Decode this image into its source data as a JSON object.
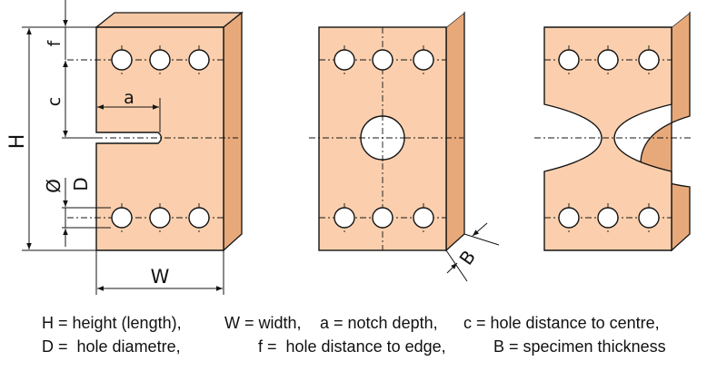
{
  "figure": {
    "colors": {
      "face": "#fbcfad",
      "side": "#e8a97a",
      "top": "#f6c7a3",
      "outline": "#141414"
    },
    "labels": {
      "f": "f",
      "c": "c",
      "a": "a",
      "H": "H",
      "D": "D",
      "diam": "Ø",
      "W": "W",
      "B": "B"
    }
  },
  "caption": {
    "line1": [
      "H = height (length),",
      "W = width,",
      "a = notch depth,",
      "c = hole distance to centre,"
    ],
    "line2": [
      "D =  hole diametre,",
      "f =  hole distance to edge,",
      "B = specimen thickness"
    ]
  }
}
